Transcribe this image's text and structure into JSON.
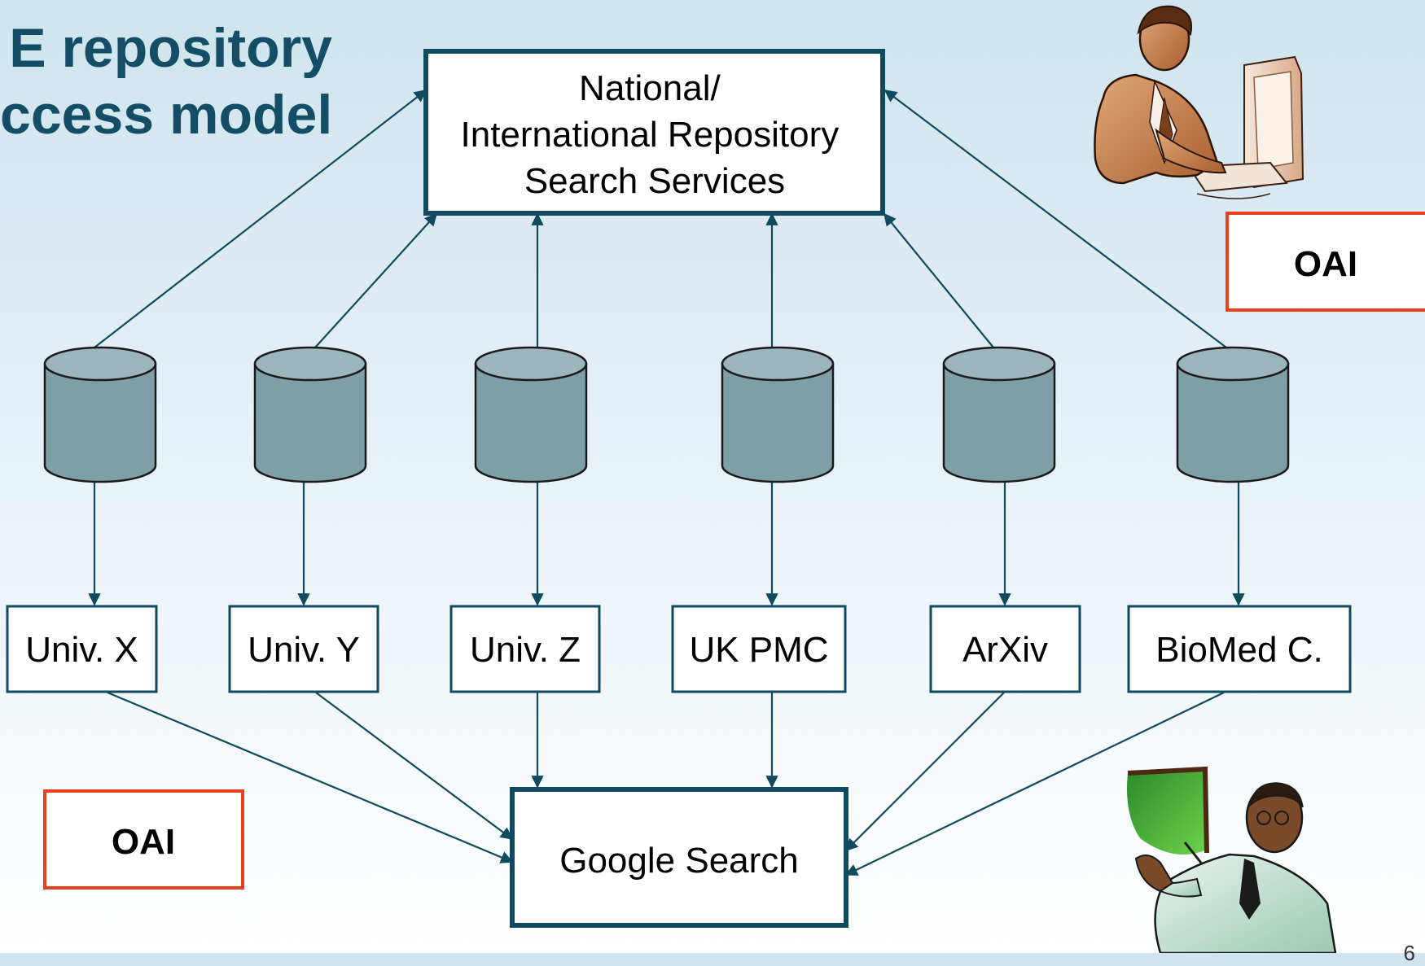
{
  "title": {
    "line1": "E repository",
    "line2": "ccess model"
  },
  "top_service": {
    "lines": [
      "National/",
      "International Repository",
      "Search Services"
    ]
  },
  "repositories": [
    {
      "label": "Univ. X"
    },
    {
      "label": "Univ. Y"
    },
    {
      "label": "Univ. Z"
    },
    {
      "label": "UK PMC"
    },
    {
      "label": "ArXiv"
    },
    {
      "label": "BioMed C."
    }
  ],
  "bottom_service": {
    "label": "Google Search"
  },
  "oai_tags": {
    "right": "OAI",
    "left": "OAI"
  },
  "page_number": "6",
  "colors": {
    "title": "#144e66",
    "arrow": "#0f4a5e",
    "box_border": "#0f4a5e",
    "cylinder_fill": "#7f9fa8",
    "cylinder_top": "#9bb5bd",
    "oai_border": "#e8401c"
  },
  "icons": {
    "top_right": "man-at-computer-clipart",
    "bottom_right": "presenter-at-board-clipart"
  }
}
